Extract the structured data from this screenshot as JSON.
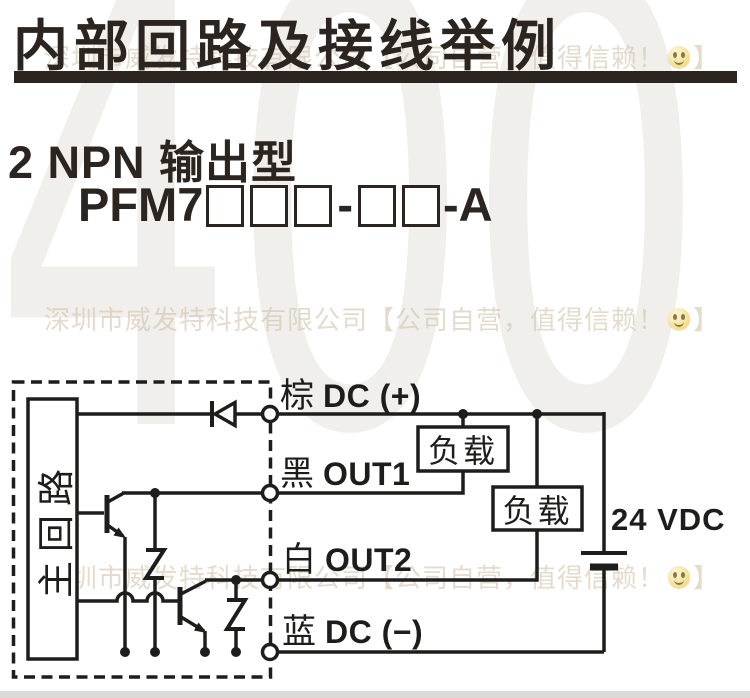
{
  "header": {
    "title": "内部回路及接线举例"
  },
  "watermark": {
    "big_number": "400",
    "company": "深圳市威发特科技有限公司【公司自营，值得信赖！",
    "closing": "】"
  },
  "section": {
    "heading": "2 NPN 输出型",
    "model": {
      "prefix": "PFM7",
      "sep": "-",
      "suffix": "-A"
    }
  },
  "circuit": {
    "internal_box_label": "主回路",
    "terminals": [
      {
        "cn": "棕",
        "en": "DC (+)"
      },
      {
        "cn": "黑",
        "en": "OUT1"
      },
      {
        "cn": "白",
        "en": "OUT2"
      },
      {
        "cn": "蓝",
        "en": "DC (−)"
      }
    ],
    "loads": [
      "负载",
      "负载"
    ],
    "supply": "24 VDC"
  },
  "colors": {
    "ink": "#2b241f",
    "line": "#1d1d1b",
    "watermark_text": "#cebea2"
  }
}
